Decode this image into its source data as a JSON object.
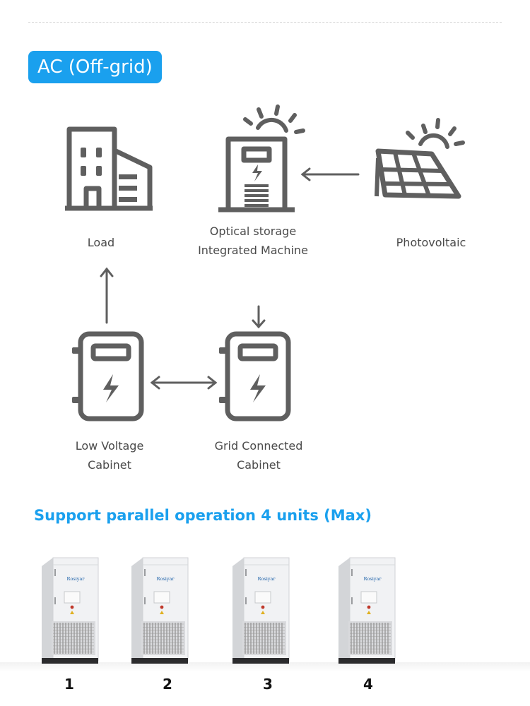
{
  "header": {
    "badge": "AC (Off-grid)"
  },
  "diagram": {
    "nodes": {
      "load": {
        "label": "Load",
        "icon": "building-icon"
      },
      "storage": {
        "line1": "Optical storage",
        "line2": "Integrated Machine",
        "icon": "storage-machine-icon"
      },
      "pv": {
        "label": "Photovoltaic",
        "icon": "solar-panel-icon"
      },
      "lv": {
        "line1": "Low Voltage",
        "line2": "Cabinet",
        "icon": "electrical-cabinet-icon"
      },
      "grid": {
        "line1": "Grid Connected",
        "line2": "Cabinet",
        "icon": "electrical-cabinet-icon"
      }
    },
    "colors": {
      "icon": "#5f5f5f",
      "text": "#4a4a4a",
      "accent": "#1aa0ee"
    }
  },
  "parallel": {
    "title": "Support parallel operation 4 units (Max)",
    "brand": "Rosiyar",
    "units": [
      "1",
      "2",
      "3",
      "4"
    ]
  }
}
